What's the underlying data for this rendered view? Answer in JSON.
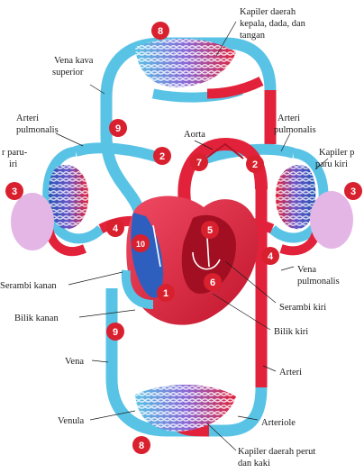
{
  "colors": {
    "artery": "#e2223a",
    "artery_dark": "#b31427",
    "vein": "#59c3e6",
    "vein_dark": "#2454b5",
    "lung": "#e3b6e6",
    "badge": "#d8202e"
  },
  "badges": [
    "8",
    "9",
    "2",
    "7",
    "2",
    "3",
    "3",
    "4",
    "10",
    "5",
    "4",
    "6",
    "1",
    "9",
    "8"
  ],
  "labels": {
    "kapiler_kepala_1": "Kapiler daerah",
    "kapiler_kepala_2": "kepala, dada, dan",
    "kapiler_kepala_3": "tangan",
    "vena_kava_1": "Vena kava",
    "vena_kava_2": "superior",
    "arteri_pulm_left_1": "Arteri",
    "arteri_pulm_left_2": "pulmonalis",
    "aorta": "Aorta",
    "arteri_pulm_right_1": "Arteri",
    "arteri_pulm_right_2": "pulmonalis",
    "kapiler_paru_left_1": "r paru-",
    "kapiler_paru_left_2": "iri",
    "kapiler_paru_right_1": "Kapiler p",
    "kapiler_paru_right_2": "paru kiri",
    "serambi_kanan": "Serambi kanan",
    "bilik_kanan": "Bilik kanan",
    "vena_pulm_1": "Vena",
    "vena_pulm_2": "pulmonalis",
    "serambi_kiri": "Serambi kiri",
    "bilik_kiri": "Bilik kiri",
    "vena": "Vena",
    "arteri": "Arteri",
    "venula": "Venula",
    "arteriole": "Arteriole",
    "kapiler_perut_1": "Kapiler daerah perut",
    "kapiler_perut_2": "dan kaki"
  }
}
